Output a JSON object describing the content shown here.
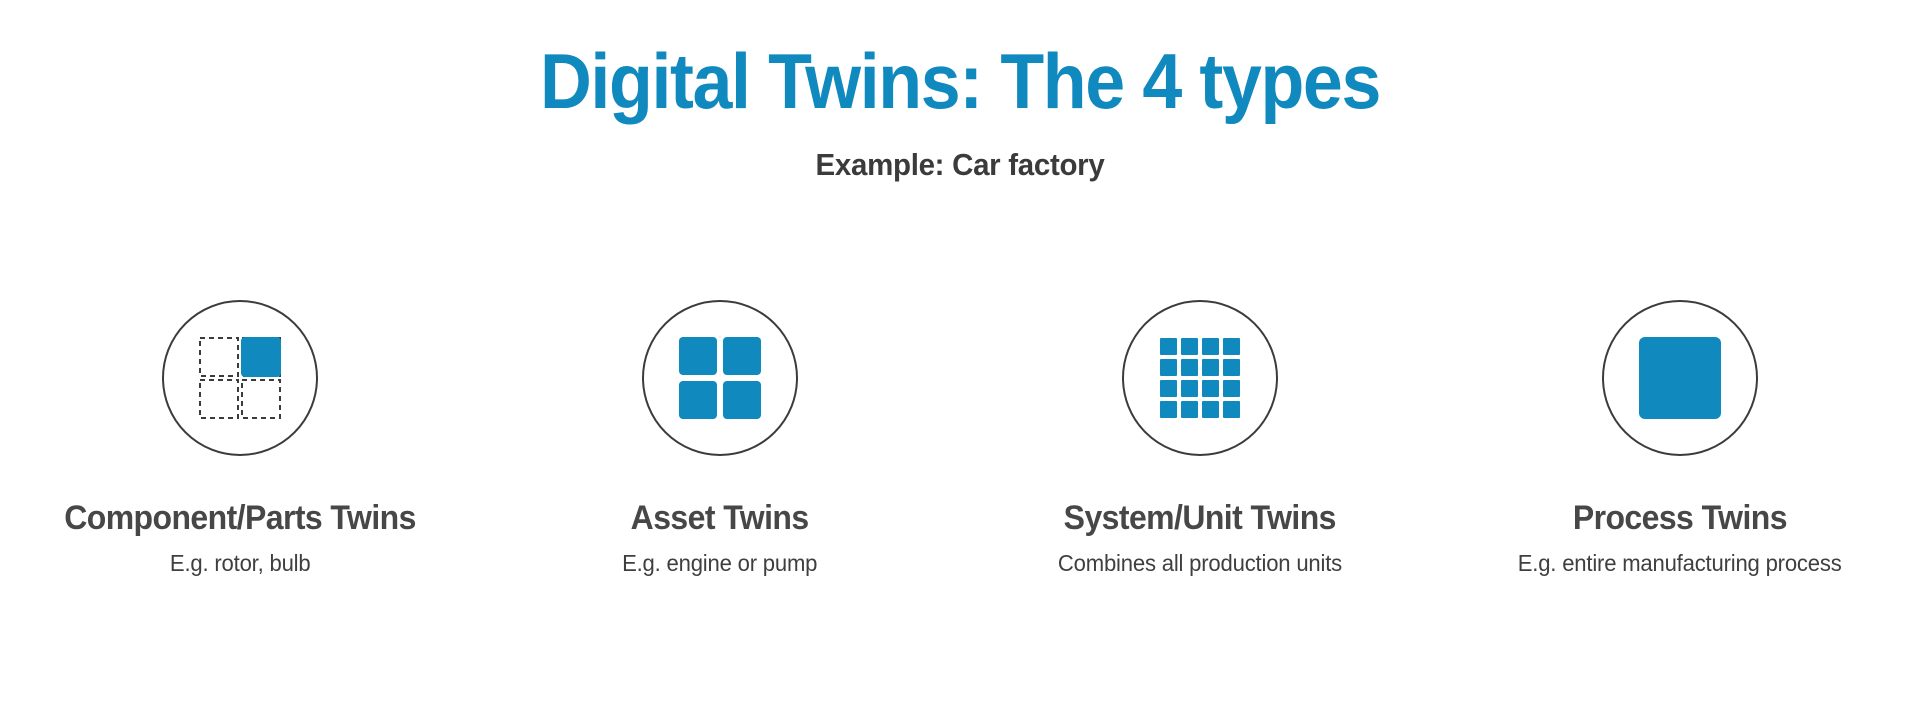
{
  "header": {
    "title": "Digital Twins: The 4 types",
    "subtitle": "Example: Car factory"
  },
  "colors": {
    "accent_blue": "#1089be",
    "title_gray": "#474747",
    "caption_gray": "#3f3f3f",
    "outline_gray": "#3b3b3b",
    "background": "#ffffff"
  },
  "columns": [
    {
      "icon": "four-squares-one-filled-icon",
      "title": "Component/Parts Twins",
      "caption": "E.g. rotor, bulb"
    },
    {
      "icon": "four-squares-filled-icon",
      "title": "Asset Twins",
      "caption": "E.g. engine or pump"
    },
    {
      "icon": "sixteen-squares-grid-icon",
      "title": "System/Unit Twins",
      "caption": "Combines all production units"
    },
    {
      "icon": "single-filled-square-icon",
      "title": "Process Twins",
      "caption": "E.g. entire manufacturing process"
    }
  ]
}
